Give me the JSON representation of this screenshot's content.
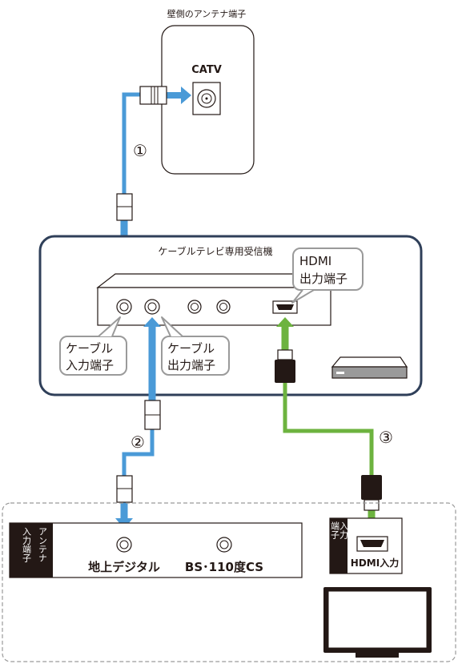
{
  "wall_outlet": {
    "caption": "壁側のアンテナ端子",
    "catv_label": "CATV"
  },
  "receiver": {
    "label": "ケーブルテレビ専用受信機",
    "hdmi_out_callout": [
      "HDMI",
      "出力端子"
    ],
    "cable_in_callout": [
      "ケーブル",
      "入力端子"
    ],
    "cable_out_callout": [
      "ケーブル",
      "出力端子"
    ]
  },
  "steps": {
    "one": "①",
    "two": "②",
    "three": "③"
  },
  "tv_antenna_panel": {
    "side_label": [
      "アンテナ",
      "入力端子"
    ],
    "terrestrial_label": "地上デジタル",
    "bs_cs_label": "BS･110度CS"
  },
  "tv_hdmi_panel": {
    "side_label": [
      "入力",
      "端子"
    ],
    "hdmi_in_label": "HDMI入力"
  },
  "colors": {
    "coax_cable": "#4a9ad7",
    "hdmi_cable": "#6db33f",
    "outline": "#231815",
    "receiver_frame": "#2f3f59"
  }
}
